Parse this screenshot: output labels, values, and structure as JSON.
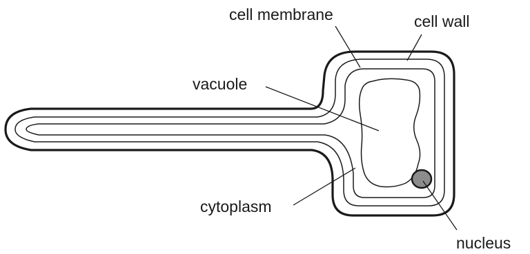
{
  "diagram": {
    "labels": {
      "cell_membrane": "cell membrane",
      "cell_wall": "cell wall",
      "vacuole": "vacuole",
      "cytoplasm": "cytoplasm",
      "nucleus": "nucleus"
    },
    "colors": {
      "stroke": "#1a1a1a",
      "nucleus_fill": "#8c8c8c",
      "background": "#ffffff"
    }
  }
}
